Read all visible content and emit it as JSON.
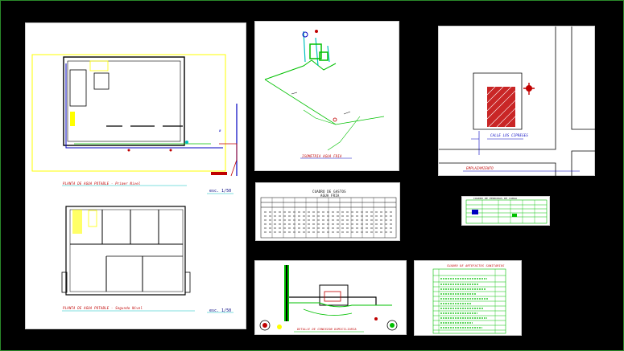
{
  "sheets": {
    "floor_plans": {
      "plan1_caption": "PLANTA DE AGUA POTABLE - Primer Nivel",
      "plan1_scale": "esc. 1/50",
      "plan2_caption": "PLANTA DE AGUA POTABLE - Segundo Nivel",
      "plan2_scale": "esc. 1/50"
    },
    "isometric": {
      "caption": "ISOMETRIA AGUA FRIA"
    },
    "location": {
      "street_label": "CALLE LOS CIPRESES",
      "caption": "EMPLAZAMIENTO"
    },
    "table": {
      "title": "CUADRO DE GASTOS",
      "subtitle": "AGUA FRIA"
    },
    "legend": {
      "title": "CUADRO DE PERDIDAS DE CARGA"
    },
    "detail": {
      "caption": "DETALLE DE CONEXION DOMICILIARIA"
    },
    "list": {
      "title": "CUADRO DE ARTEFACTOS SANITARIOS"
    }
  },
  "colors": {
    "background": "#000000",
    "sheet": "#ffffff",
    "wall": "#000000",
    "pipe": "#00c000",
    "accent_red": "#c00000",
    "accent_blue": "#0000c0",
    "highlight_yellow": "#ffff00",
    "cyan": "#00c0c0"
  }
}
